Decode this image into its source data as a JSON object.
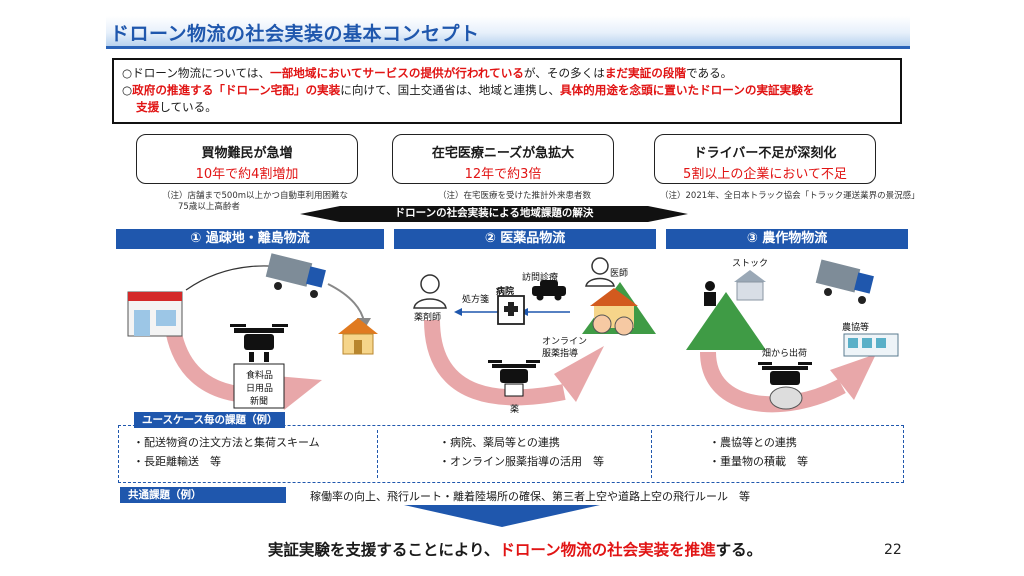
{
  "title": "ドローン物流の社会実装の基本コンセプト",
  "summary": {
    "line1_a": "○ドローン物流については、",
    "line1_b": "一部地域においてサービスの提供が行われている",
    "line1_c": "が、その多くは",
    "line1_d": "まだ実証の段階",
    "line1_e": "である。",
    "line2_a": "○",
    "line2_b": "政府の推進する「ドローン宅配」の実装",
    "line2_c": "に向けて、国土交通省は、地域と連携し、",
    "line2_d": "具体的用途を念頭に置いたドローンの実証実験を",
    "line3_a": "支援",
    "line3_b": "している。"
  },
  "stats": [
    {
      "heading": "買物難民が急増",
      "value": "10年で約4割増加",
      "note1": "（注）店舗まで500m以上かつ自動車利用困難な",
      "note2": "75歳以上高齢者"
    },
    {
      "heading": "在宅医療ニーズが急拡大",
      "value": "12年で約3倍",
      "note1": "（注）在宅医療を受けた推計外来患者数",
      "note2": ""
    },
    {
      "heading": "ドライバー不足が深刻化",
      "value": "5割以上の企業において不足",
      "note1": "（注）2021年、全日本トラック協会「トラック運送業界の景況感」",
      "note2": ""
    }
  ],
  "banner": "ドローンの社会実装による地域課題の解決",
  "usecases": [
    {
      "title": "① 過疎地・離島物流",
      "labels": {
        "cargo1": "食料品",
        "cargo2": "日用品",
        "cargo3": "新聞"
      }
    },
    {
      "title": "② 医薬品物流",
      "labels": {
        "hospital": "病院",
        "pharmacist": "薬剤師",
        "doctor": "医師",
        "visit": "訪問診療",
        "prescription": "処方箋",
        "online1": "オンライン",
        "online2": "服薬指導",
        "medicine": "薬"
      }
    },
    {
      "title": "③ 農作物物流",
      "labels": {
        "stock": "ストック",
        "farm": "畑から出荷",
        "coop": "農協等"
      }
    }
  ],
  "issues_tag": "ユースケース毎の課題（例）",
  "issues": [
    [
      "・配送物資の注文方法と集荷スキーム",
      "・長距離輸送　等"
    ],
    [
      "・病院、薬局等との連携",
      "・オンライン服薬指導の活用　等"
    ],
    [
      "・農協等との連携",
      "・重量物の積載　等"
    ]
  ],
  "common_tag": "共通課題（例）",
  "common_text": "稼働率の向上、飛行ルート・離着陸場所の確保、第三者上空や道路上空の飛行ルール　等",
  "conclusion_a": "実証実験を支援することにより、",
  "conclusion_b": "ドローン物流の社会実装を推進",
  "conclusion_c": "する。",
  "page_number": "22",
  "colors": {
    "accent_blue": "#1f57ad",
    "emphasis_red": "#e11414",
    "arc_pink": "#e8a7a9"
  }
}
